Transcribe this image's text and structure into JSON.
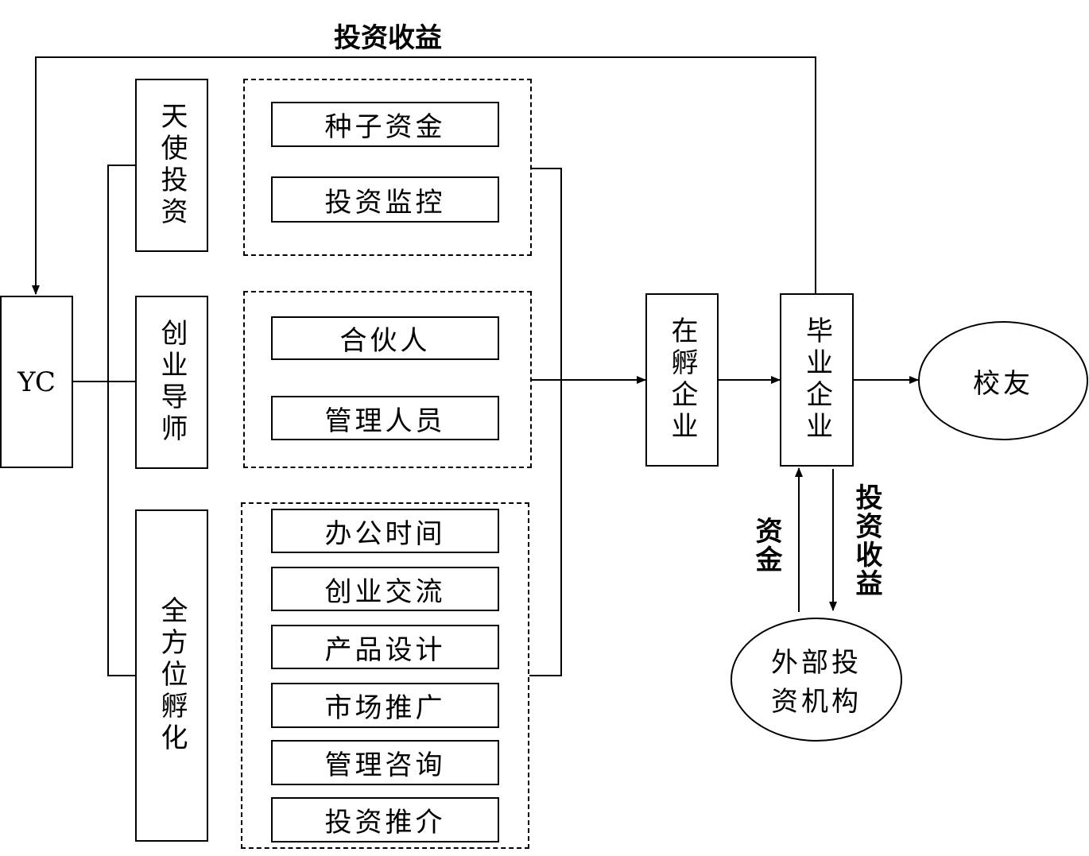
{
  "top_label": "投资收益",
  "yc": "YC",
  "groups": {
    "angel": {
      "label": "天使投资",
      "items": [
        "种子资金",
        "投资监控"
      ]
    },
    "mentor": {
      "label": "创业导师",
      "items": [
        "合伙人",
        "管理人员"
      ]
    },
    "incubation": {
      "label": "全方位孵化",
      "items": [
        "办公时间",
        "创业交流",
        "产品设计",
        "市场推广",
        "管理咨询",
        "投资推介"
      ]
    }
  },
  "incubating": "在孵企业",
  "graduated": "毕业企业",
  "alumni": "校友",
  "external": {
    "line1": "外部投",
    "line2": "资机构"
  },
  "funds_label": "资金",
  "return_label": "投资收益"
}
